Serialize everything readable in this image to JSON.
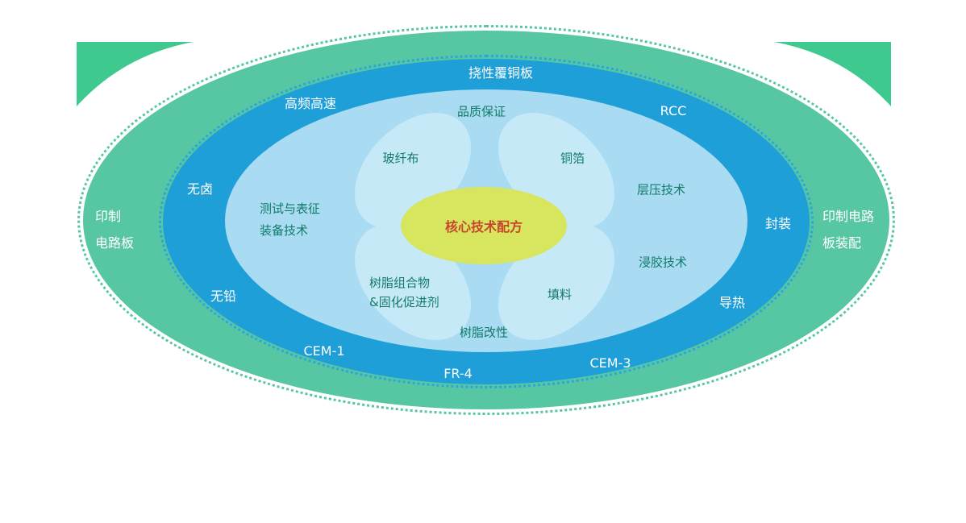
{
  "colors": {
    "outer_green": "#57c7a3",
    "corner_green": "#3ec98e",
    "ring_blue": "#1f9fd8",
    "inner_light_blue": "#a9dcf2",
    "petal_blue": "#c6e9f8",
    "center_yellow": "#d8e55e",
    "teal_text": "#127a68",
    "center_text": "#c7462e",
    "white_text": "#ffffff"
  },
  "center": {
    "label": "核心技术配方"
  },
  "petals": {
    "top_left": "玻纤布",
    "top_right": "铜箔",
    "bottom_left_lines": [
      "树脂组合物",
      "&固化促进剂"
    ],
    "bottom_right": "填料"
  },
  "inner_ring": {
    "top": "品质保证",
    "left_lines": [
      "测试与表征",
      "装备技术"
    ],
    "right_upper": "层压技术",
    "right_lower": "浸胶技术",
    "bottom": "树脂改性"
  },
  "blue_ring": {
    "top": "挠性覆铜板",
    "top_left": "高频高速",
    "top_right": "RCC",
    "left": "无卤",
    "right": "封装",
    "lower_left": "无铅",
    "lower_right": "导热",
    "bottom_left": "CEM-1",
    "bottom_center": "FR-4",
    "bottom_right": "CEM-3"
  },
  "outer_ring": {
    "left_lines": [
      "印制",
      "电路板"
    ],
    "right_lines": [
      "印制电路",
      "板装配"
    ]
  }
}
